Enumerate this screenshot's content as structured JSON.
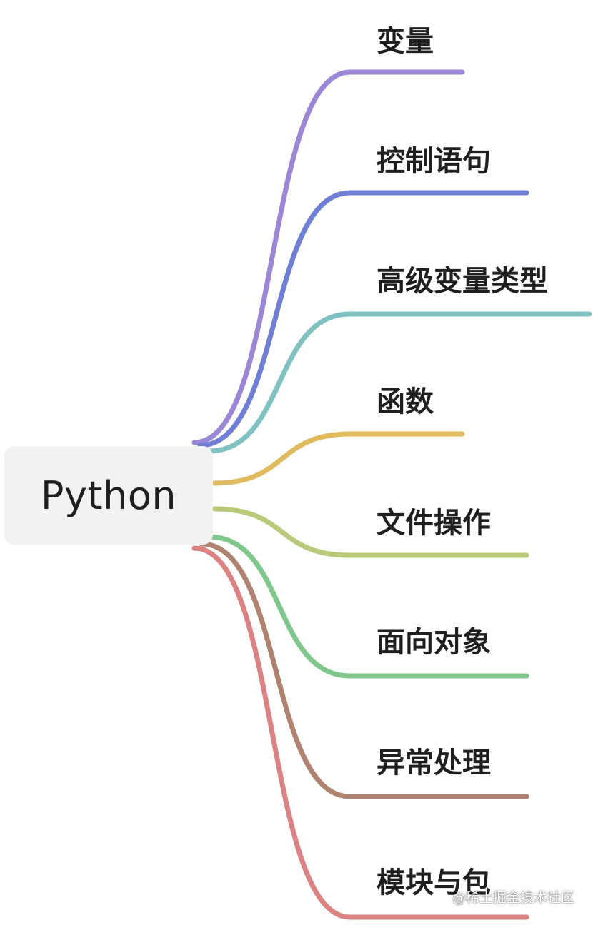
{
  "root": {
    "label": "Python"
  },
  "branches": [
    {
      "label": "变量",
      "color": "#9b86d8"
    },
    {
      "label": "控制语句",
      "color": "#6f7fd6"
    },
    {
      "label": "高级变量类型",
      "color": "#80c2c2"
    },
    {
      "label": "函数",
      "color": "#e0bb5e"
    },
    {
      "label": "文件操作",
      "color": "#b9c97a"
    },
    {
      "label": "面向对象",
      "color": "#7fc78a"
    },
    {
      "label": "异常处理",
      "color": "#b08270"
    },
    {
      "label": "模块与包",
      "color": "#dc8282"
    }
  ],
  "watermark": {
    "text": "@稀土掘金技术社区"
  }
}
